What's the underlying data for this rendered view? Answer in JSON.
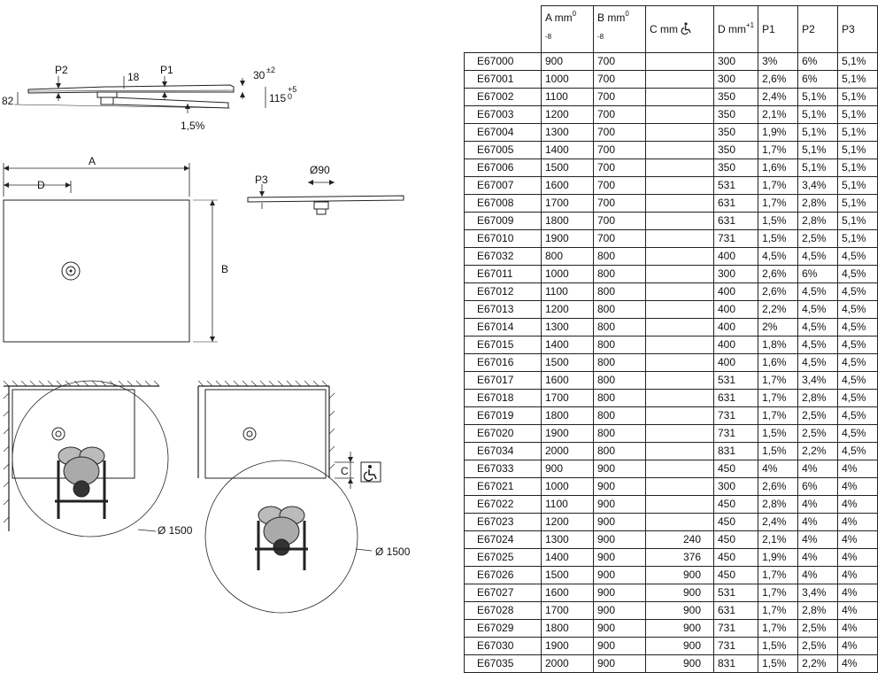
{
  "drawing": {
    "dim_p2": "P2",
    "dim_18": "18",
    "dim_p1": "P1",
    "dim_30": "30",
    "dim_30_tol": "±2",
    "dim_82": "82",
    "dim_115": "115",
    "dim_115_tol_plus": "+5",
    "dim_115_tol_zero": "0",
    "dim_slope": "1,5%",
    "dim_a": "A",
    "dim_d": "D",
    "dim_b": "B",
    "dim_p3": "P3",
    "dim_diam90": "Ø90",
    "dim_c": "C",
    "turn_circle_left": "Ø 1500",
    "turn_circle_right": "Ø 1500",
    "wheelchair_icon": "wheelchair-accessible-icon"
  },
  "table": {
    "headers": {
      "a": "A mm",
      "b": "B mm",
      "c": "C mm",
      "d": "D mm",
      "p1": "P1",
      "p2": "P2",
      "p3": "P3",
      "a_tol_top": "0",
      "a_tol_bottom": "-8",
      "b_tol_top": "0",
      "b_tol_bottom": "-8",
      "d_tol": "+1"
    },
    "rows": [
      {
        "ref": "E67000",
        "a": "900",
        "b": "700",
        "c": "",
        "d": "300",
        "p1": "3%",
        "p2": "6%",
        "p3": "5,1%"
      },
      {
        "ref": "E67001",
        "a": "1000",
        "b": "700",
        "c": "",
        "d": "300",
        "p1": "2,6%",
        "p2": "6%",
        "p3": "5,1%"
      },
      {
        "ref": "E67002",
        "a": "1100",
        "b": "700",
        "c": "",
        "d": "350",
        "p1": "2,4%",
        "p2": "5,1%",
        "p3": "5,1%"
      },
      {
        "ref": "E67003",
        "a": "1200",
        "b": "700",
        "c": "",
        "d": "350",
        "p1": "2,1%",
        "p2": "5,1%",
        "p3": "5,1%"
      },
      {
        "ref": "E67004",
        "a": "1300",
        "b": "700",
        "c": "",
        "d": "350",
        "p1": "1,9%",
        "p2": "5,1%",
        "p3": "5,1%"
      },
      {
        "ref": "E67005",
        "a": "1400",
        "b": "700",
        "c": "",
        "d": "350",
        "p1": "1,7%",
        "p2": "5,1%",
        "p3": "5,1%"
      },
      {
        "ref": "E67006",
        "a": "1500",
        "b": "700",
        "c": "",
        "d": "350",
        "p1": "1,6%",
        "p2": "5,1%",
        "p3": "5,1%"
      },
      {
        "ref": "E67007",
        "a": "1600",
        "b": "700",
        "c": "",
        "d": "531",
        "p1": "1,7%",
        "p2": "3,4%",
        "p3": "5,1%"
      },
      {
        "ref": "E67008",
        "a": "1700",
        "b": "700",
        "c": "",
        "d": "631",
        "p1": "1,7%",
        "p2": "2,8%",
        "p3": "5,1%"
      },
      {
        "ref": "E67009",
        "a": "1800",
        "b": "700",
        "c": "",
        "d": "631",
        "p1": "1,5%",
        "p2": "2,8%",
        "p3": "5,1%"
      },
      {
        "ref": "E67010",
        "a": "1900",
        "b": "700",
        "c": "",
        "d": "731",
        "p1": "1,5%",
        "p2": "2,5%",
        "p3": "5,1%"
      },
      {
        "ref": "E67032",
        "a": "800",
        "b": "800",
        "c": "",
        "d": "400",
        "p1": "4,5%",
        "p2": "4,5%",
        "p3": "4,5%"
      },
      {
        "ref": "E67011",
        "a": "1000",
        "b": "800",
        "c": "",
        "d": "300",
        "p1": "2,6%",
        "p2": "6%",
        "p3": "4,5%"
      },
      {
        "ref": "E67012",
        "a": "1100",
        "b": "800",
        "c": "",
        "d": "400",
        "p1": "2,6%",
        "p2": "4,5%",
        "p3": "4,5%"
      },
      {
        "ref": "E67013",
        "a": "1200",
        "b": "800",
        "c": "",
        "d": "400",
        "p1": "2,2%",
        "p2": "4,5%",
        "p3": "4,5%"
      },
      {
        "ref": "E67014",
        "a": "1300",
        "b": "800",
        "c": "",
        "d": "400",
        "p1": "2%",
        "p2": "4,5%",
        "p3": "4,5%"
      },
      {
        "ref": "E67015",
        "a": "1400",
        "b": "800",
        "c": "",
        "d": "400",
        "p1": "1,8%",
        "p2": "4,5%",
        "p3": "4,5%"
      },
      {
        "ref": "E67016",
        "a": "1500",
        "b": "800",
        "c": "",
        "d": "400",
        "p1": "1,6%",
        "p2": "4,5%",
        "p3": "4,5%"
      },
      {
        "ref": "E67017",
        "a": "1600",
        "b": "800",
        "c": "",
        "d": "531",
        "p1": "1,7%",
        "p2": "3,4%",
        "p3": "4,5%"
      },
      {
        "ref": "E67018",
        "a": "1700",
        "b": "800",
        "c": "",
        "d": "631",
        "p1": "1,7%",
        "p2": "2,8%",
        "p3": "4,5%"
      },
      {
        "ref": "E67019",
        "a": "1800",
        "b": "800",
        "c": "",
        "d": "731",
        "p1": "1,7%",
        "p2": "2,5%",
        "p3": "4,5%"
      },
      {
        "ref": "E67020",
        "a": "1900",
        "b": "800",
        "c": "",
        "d": "731",
        "p1": "1,5%",
        "p2": "2,5%",
        "p3": "4,5%"
      },
      {
        "ref": "E67034",
        "a": "2000",
        "b": "800",
        "c": "",
        "d": "831",
        "p1": "1,5%",
        "p2": "2,2%",
        "p3": "4,5%"
      },
      {
        "ref": "E67033",
        "a": "900",
        "b": "900",
        "c": "",
        "d": "450",
        "p1": "4%",
        "p2": "4%",
        "p3": "4%"
      },
      {
        "ref": "E67021",
        "a": "1000",
        "b": "900",
        "c": "",
        "d": "300",
        "p1": "2,6%",
        "p2": "6%",
        "p3": "4%"
      },
      {
        "ref": "E67022",
        "a": "1100",
        "b": "900",
        "c": "",
        "d": "450",
        "p1": "2,8%",
        "p2": "4%",
        "p3": "4%"
      },
      {
        "ref": "E67023",
        "a": "1200",
        "b": "900",
        "c": "",
        "d": "450",
        "p1": "2,4%",
        "p2": "4%",
        "p3": "4%"
      },
      {
        "ref": "E67024",
        "a": "1300",
        "b": "900",
        "c": "240",
        "d": "450",
        "p1": "2,1%",
        "p2": "4%",
        "p3": "4%"
      },
      {
        "ref": "E67025",
        "a": "1400",
        "b": "900",
        "c": "376",
        "d": "450",
        "p1": "1,9%",
        "p2": "4%",
        "p3": "4%"
      },
      {
        "ref": "E67026",
        "a": "1500",
        "b": "900",
        "c": "900",
        "d": "450",
        "p1": "1,7%",
        "p2": "4%",
        "p3": "4%"
      },
      {
        "ref": "E67027",
        "a": "1600",
        "b": "900",
        "c": "900",
        "d": "531",
        "p1": "1,7%",
        "p2": "3,4%",
        "p3": "4%"
      },
      {
        "ref": "E67028",
        "a": "1700",
        "b": "900",
        "c": "900",
        "d": "631",
        "p1": "1,7%",
        "p2": "2,8%",
        "p3": "4%"
      },
      {
        "ref": "E67029",
        "a": "1800",
        "b": "900",
        "c": "900",
        "d": "731",
        "p1": "1,7%",
        "p2": "2,5%",
        "p3": "4%"
      },
      {
        "ref": "E67030",
        "a": "1900",
        "b": "900",
        "c": "900",
        "d": "731",
        "p1": "1,5%",
        "p2": "2,5%",
        "p3": "4%"
      },
      {
        "ref": "E67035",
        "a": "2000",
        "b": "900",
        "c": "900",
        "d": "831",
        "p1": "1,5%",
        "p2": "2,2%",
        "p3": "4%"
      }
    ]
  }
}
